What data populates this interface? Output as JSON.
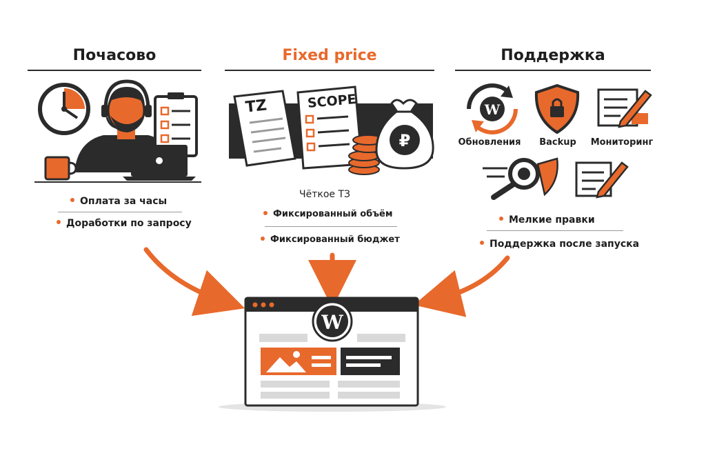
{
  "columns": {
    "hourly": {
      "title": "Почасово",
      "bullets": [
        "Оплата за часы",
        "Доработки по запросу"
      ]
    },
    "fixed": {
      "title": "Fixed price",
      "doc_tz": "TZ",
      "doc_scope": "SCOPE",
      "intro": "Чёткое ТЗ",
      "bullets": [
        "Фиксированный объём",
        "Фиксированный бюджет"
      ]
    },
    "support": {
      "title": "Поддержка",
      "icons": [
        "Обновления",
        "Backup",
        "Мониторинг"
      ],
      "bullets": [
        "Мелкие правки",
        "Поддержка после запуска"
      ]
    }
  },
  "colors": {
    "accent": "#e8692c",
    "dark": "#2b2b2b",
    "light": "#d9d9d9"
  },
  "center_icon": "wordpress-logo-icon"
}
